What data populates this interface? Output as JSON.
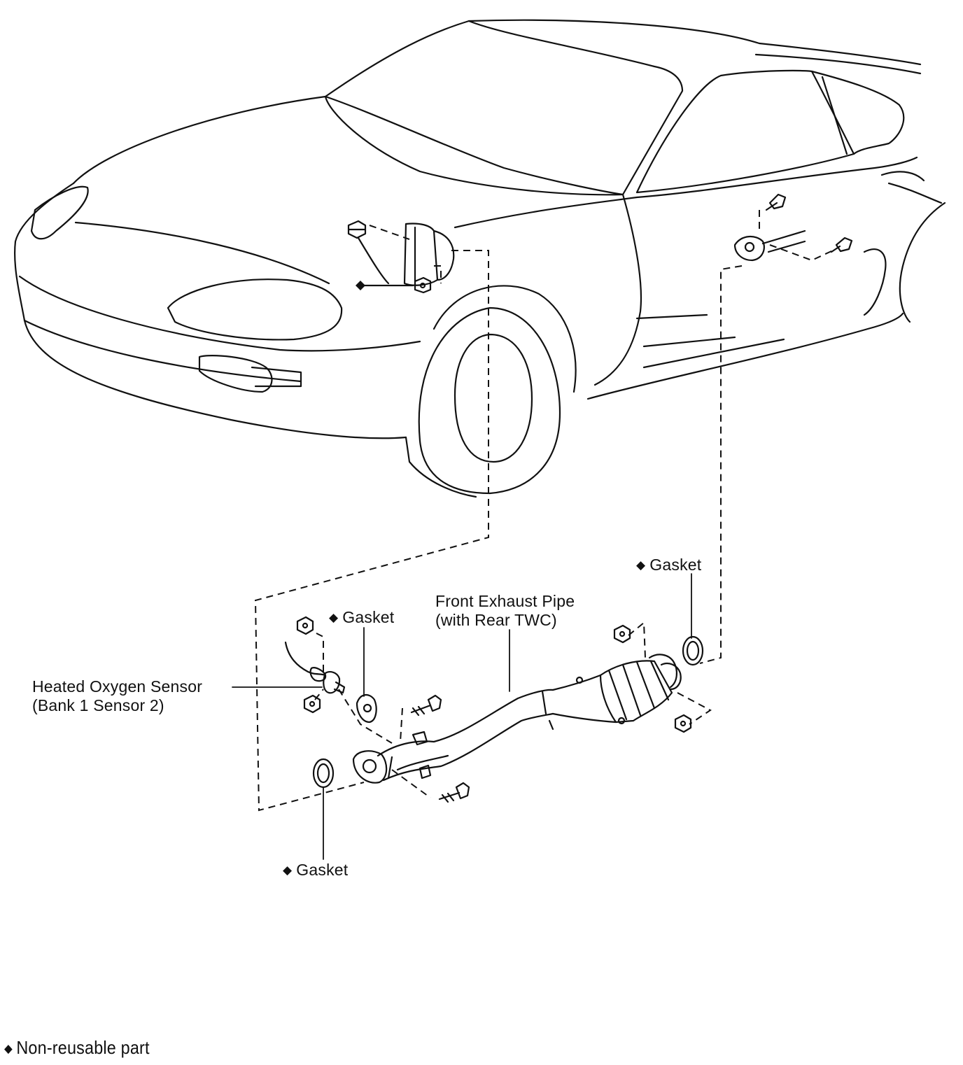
{
  "symbols": {
    "non_reusable_marker": "◆"
  },
  "labels": {
    "gasket_top_right": "Gasket",
    "front_pipe_line1": "Front Exhaust Pipe",
    "front_pipe_line2": "(with Rear TWC)",
    "gasket_middle": "Gasket",
    "sensor_line1": "Heated Oxygen Sensor",
    "sensor_line2": "(Bank 1 Sensor 2)",
    "gasket_bottom": "Gasket"
  },
  "legend": {
    "text": "Non-reusable part"
  },
  "colors": {
    "line": "#111111",
    "background": "#ffffff"
  }
}
